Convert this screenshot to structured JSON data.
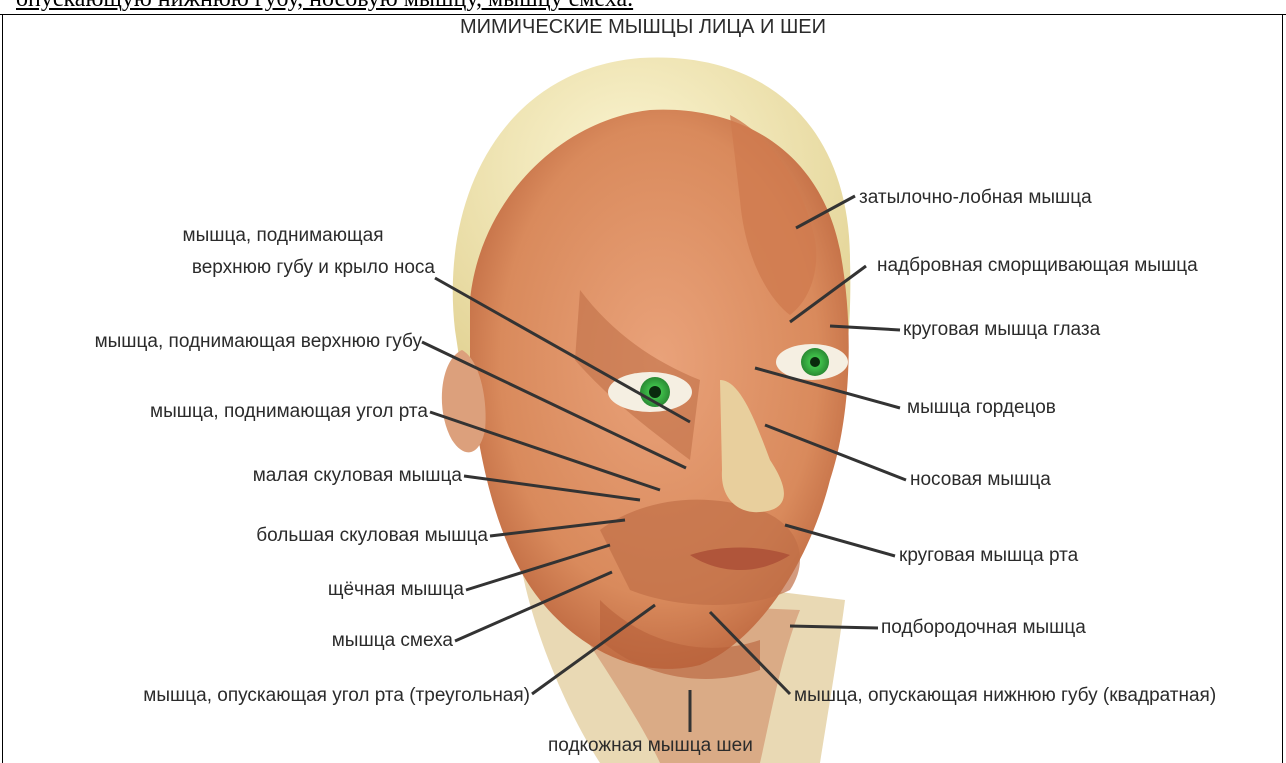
{
  "top_text": "опускающую нижнюю губу, носовую мышцу, мышцу смеха.",
  "title": "МИМИЧЕСКИЕ МЫШЦЫ ЛИЦА И ШЕИ",
  "labels": {
    "occipitofrontalis": "затылочно-лобная мышца",
    "levator_labii_alaeque_1": "мышца, поднимающая",
    "levator_labii_alaeque_2": "верхнюю губу и крыло носа",
    "corrugator": "надбровная сморщивающая мышца",
    "orbicularis_oculi": "круговая мышца глаза",
    "levator_labii": "мышца, поднимающая верхнюю губу",
    "procerus": "мышца гордецов",
    "levator_anguli_oris": "мышца, поднимающая угол рта",
    "nasalis": "носовая мышца",
    "zygomaticus_minor": "малая скуловая мышца",
    "zygomaticus_major": "большая скуловая мышца",
    "orbicularis_oris": "круговая мышца рта",
    "buccinator": "щёчная мышца",
    "mentalis": "подбородочная мышца",
    "risorius": "мышца смеха",
    "depressor_anguli_oris": "мышца, опускающая угол рта (треугольная)",
    "depressor_labii": "мышца, опускающая нижнюю губу (квадратная)",
    "platysma": "подкожная мышца шеи"
  },
  "colors": {
    "muscle": "#d98a5c",
    "muscle_dark": "#b8613a",
    "skull": "#f2e7b4",
    "iris": "#3fbf4a",
    "leader": "#333333"
  }
}
